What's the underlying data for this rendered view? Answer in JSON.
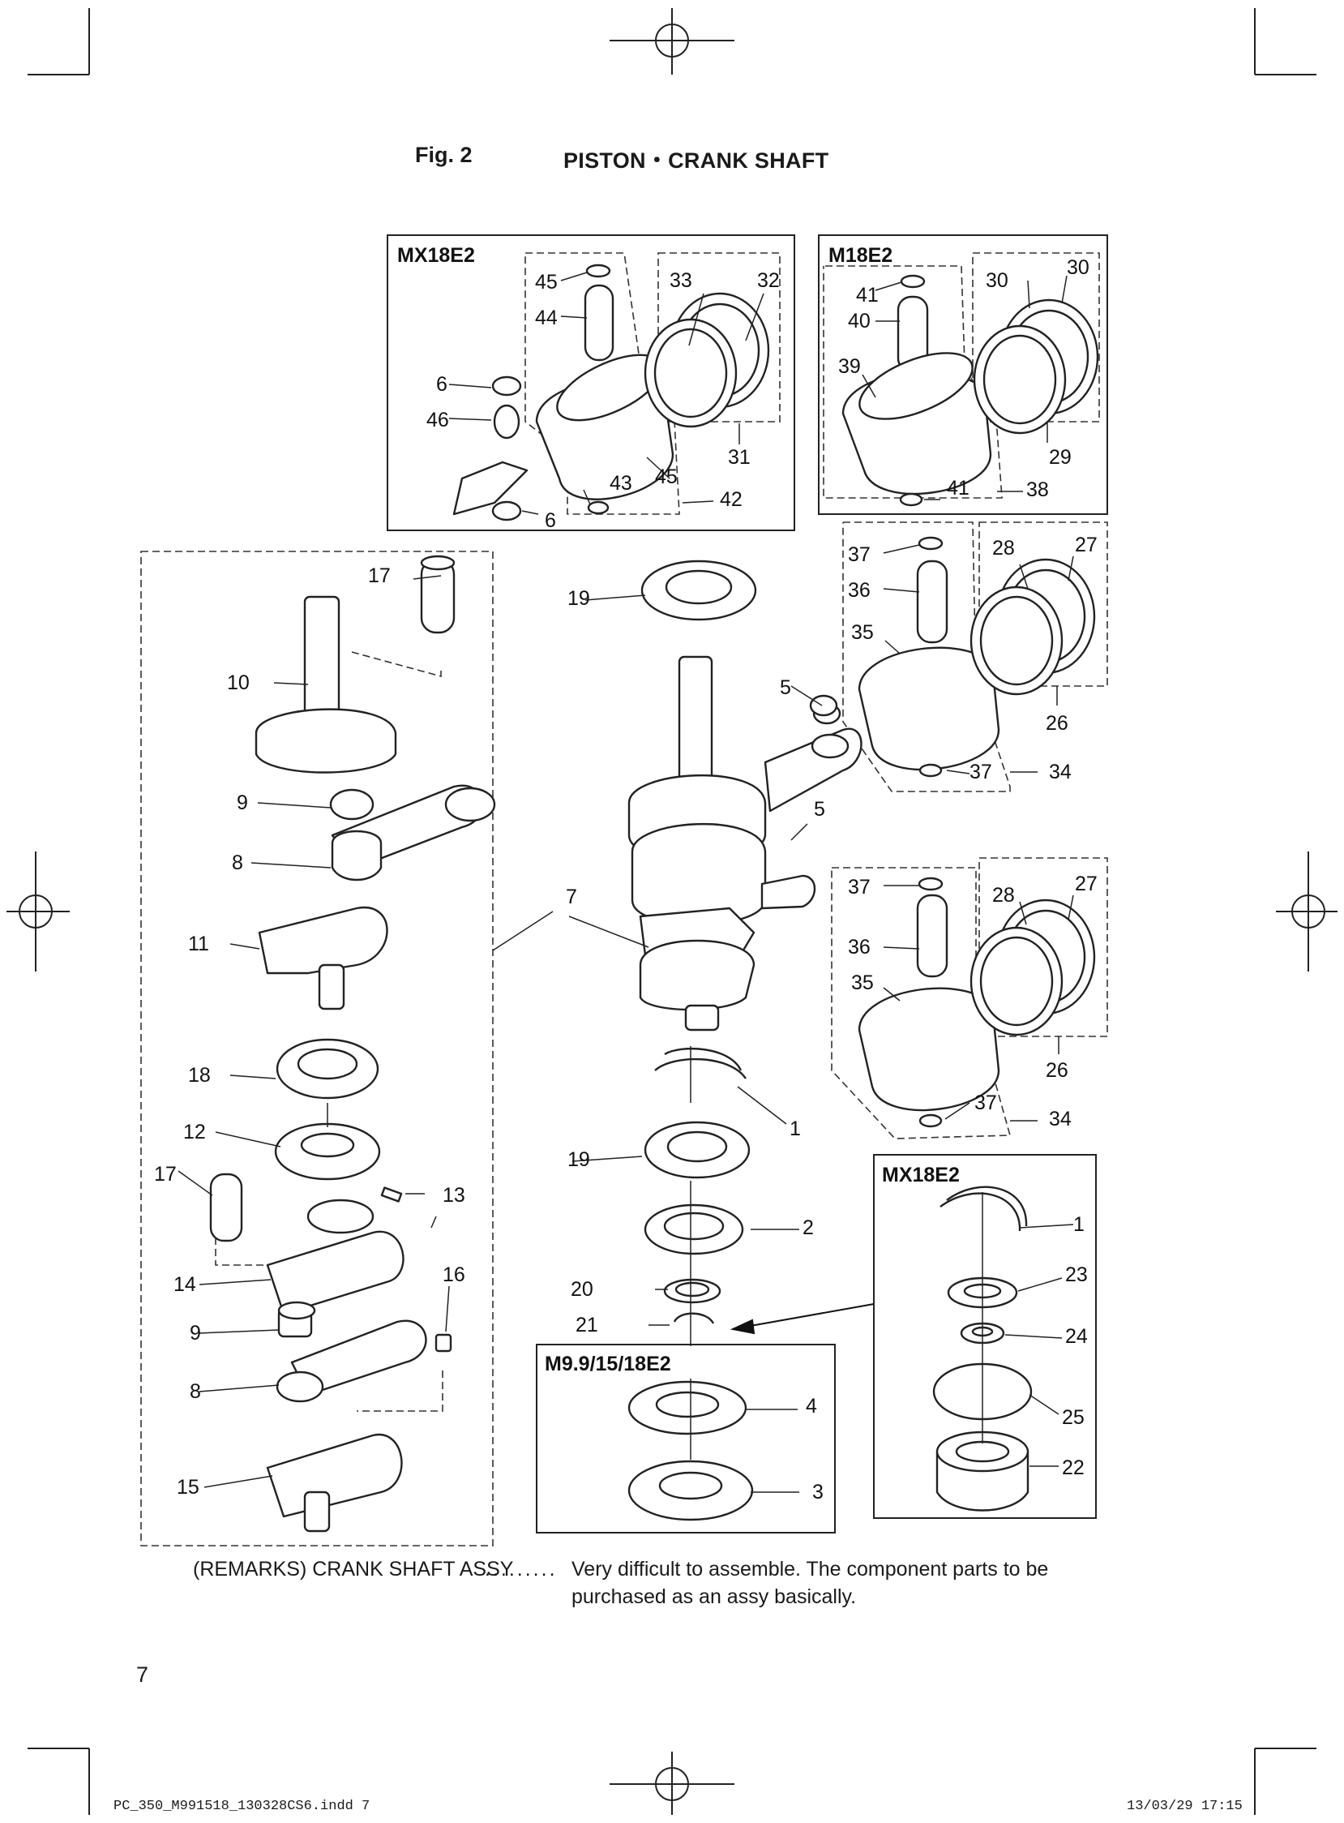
{
  "header": {
    "figure_label": "Fig. 2",
    "figure_title": "PISTON・CRANK SHAFT"
  },
  "insets": {
    "mx18e2_top": "MX18E2",
    "m18e2": "M18E2",
    "m9_15_18e2": "M9.9/15/18E2",
    "mx18e2_bottom": "MX18E2"
  },
  "parts": [
    "1",
    "2",
    "3",
    "4",
    "5",
    "6",
    "7",
    "8",
    "9",
    "10",
    "11",
    "12",
    "13",
    "14",
    "15",
    "16",
    "17",
    "18",
    "19",
    "20",
    "21",
    "22",
    "23",
    "24",
    "25",
    "26",
    "27",
    "28",
    "29",
    "30",
    "31",
    "32",
    "33",
    "34",
    "35",
    "36",
    "37",
    "38",
    "39",
    "40",
    "41",
    "42",
    "43",
    "44",
    "45",
    "46"
  ],
  "remarks": {
    "heading": "(REMARKS) CRANK SHAFT ASSY",
    "leader": ".........",
    "text": "Very difficult to assemble. The component parts to be purchased as an assy basically."
  },
  "footer": {
    "page_number": "7",
    "file_slug": "PC_350_M991518_130328CS6.indd   7",
    "timestamp": "13/03/29   17:15"
  }
}
